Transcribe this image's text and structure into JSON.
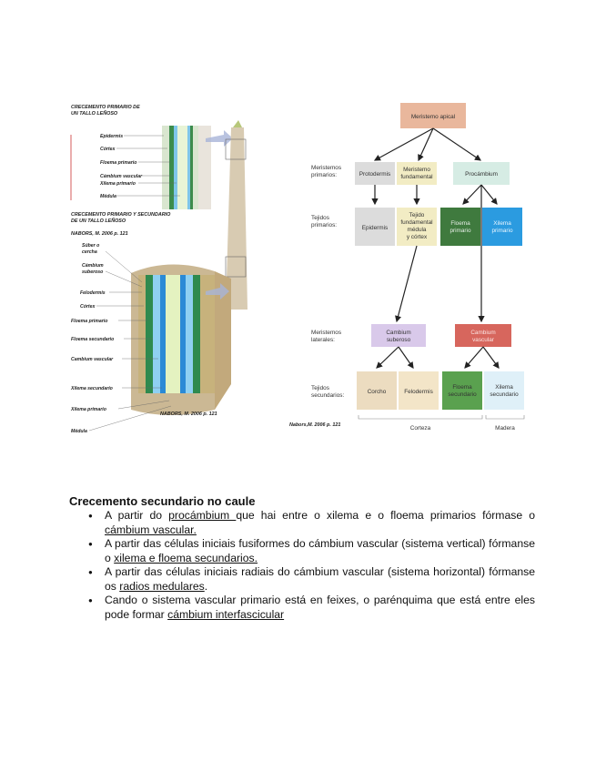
{
  "figure_left": {
    "top_title_1": "CRECEMENTO PRIMARIO DE",
    "top_title_2": "UN TALLO LEÑOSO",
    "top_labels": [
      "Epidermis",
      "Córtex",
      "Floema primario",
      "Cámbium vascular",
      "Xilema primario",
      "Médula"
    ],
    "mid_title_1": "CRECEMENTO PRIMARIO Y SECUNDARIO",
    "mid_title_2": "DE UN TALLO LEÑOSO",
    "citation_1": "NABORS, M. 2006 p. 121",
    "bottom_labels": [
      "Súber o",
      "cercha",
      "Cámbium",
      "suberoso",
      "Felodermis",
      "Córtex",
      "Floema primario",
      "Floema secundario",
      "Cambium vascular",
      "Xilema secundario",
      "Xilema primario",
      "Médula"
    ],
    "citation_2": "NABORS, M. 2006 p. 121"
  },
  "figure_right": {
    "apical": "Meristemo apical",
    "row1_label_1": "Meristemos",
    "row1_label_2": "primarios:",
    "protodermis": "Protodermis",
    "fundamental_1": "Meristemo",
    "fundamental_2": "fundamental",
    "procambium": "Procámbium",
    "row2_label_1": "Tejidos",
    "row2_label_2": "primarios:",
    "epidermis": "Epidermis",
    "tejido_1": "Tejido",
    "tejido_2": "fundamental",
    "tejido_3": "médula",
    "tejido_4": "y córtex",
    "floema_prim_1": "Floema",
    "floema_prim_2": "primario",
    "xilema_prim_1": "Xilema",
    "xilema_prim_2": "primario",
    "row3_label_1": "Meristemos",
    "row3_label_2": "laterales:",
    "cambium_sub_1": "Cambium",
    "cambium_sub_2": "suberoso",
    "cambium_vasc_1": "Cambium",
    "cambium_vasc_2": "vascular",
    "row4_label_1": "Tejidos",
    "row4_label_2": "secundarios:",
    "corcho": "Corcho",
    "felodermis": "Felodermis",
    "floema_sec_1": "Floema",
    "floema_sec_2": "secundario",
    "xilema_sec_1": "Xilema",
    "xilema_sec_2": "secundario",
    "citation": "Nabors,M. 2006 p. 121",
    "corteza": "Corteza",
    "madera": "Madera"
  },
  "text": {
    "heading": "Crecemento secundario no caule",
    "b1_a": "A partir do ",
    "b1_u1": "procámbium ",
    "b1_b": "que hai entre o xilema e o floema primarios fórmase o ",
    "b1_u2": "cámbium vascular.",
    "b2_a": "A partir das células iniciais fusiformes do cámbium vascular (sistema vertical) fórmanse o ",
    "b2_u1": "xilema e floema secundarios.",
    "b3_a": "A partir das células iniciais radiais do cámbium vascular (sistema horizontal) fórmanse os ",
    "b3_u1": "radios medulares",
    "b3_b": ".",
    "b4_a": "Cando o sistema vascular primario está en feixes, o parénquima que está entre eles pode formar ",
    "b4_u1": "cámbium interfascicular"
  },
  "colors": {
    "apical": "#e9b79c",
    "protodermis": "#dcdcdc",
    "fundamental": "#f2ecc4",
    "procambium": "#d6ece4",
    "floema_primario": "#3f7a3e",
    "xilema_primario": "#2b9be0",
    "cambium_suberoso": "#d9c9ea",
    "cambium_vascular": "#d7665d",
    "corcho": "#ecdcc0",
    "felodermis": "#f3e5c8",
    "floema_secundario": "#5aa14f",
    "xilema_secundario": "#dff0f8"
  }
}
